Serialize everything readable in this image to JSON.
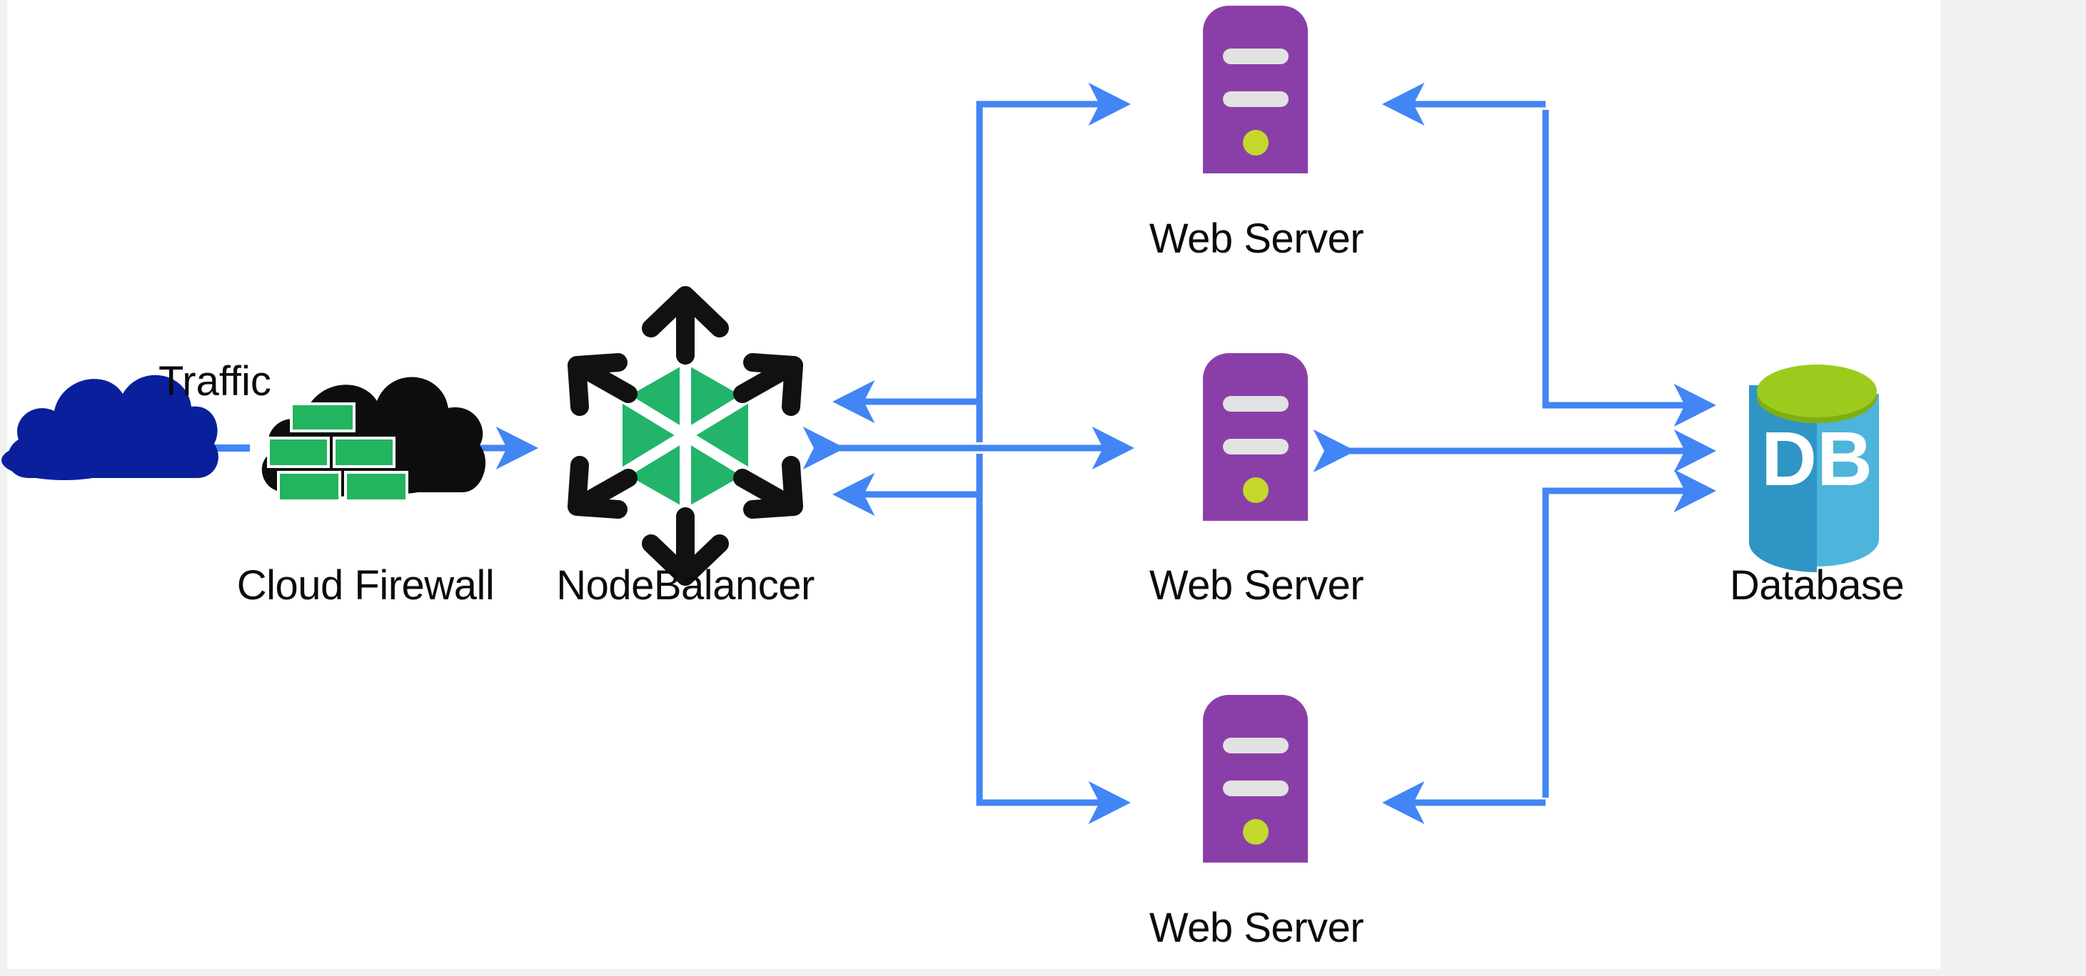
{
  "canvas": {
    "background_color": "#ffffff",
    "page_background_color": "#f1f1f1"
  },
  "palette": {
    "arrow_blue": "#4285f4",
    "traffic_cloud_blue": "#0a1f9c",
    "firewall_cloud_black": "#0d0d0d",
    "firewall_brick_green": "#22b45e",
    "nodebalancer_green": "#22b46a",
    "nodebalancer_black": "#111111",
    "server_purple": "#8a3fa8",
    "server_bar_gray": "#e2e2e2",
    "server_led_green": "#c4d82e",
    "database_blue_dark": "#2f95c4",
    "database_blue_light": "#4db4dc",
    "database_top_green": "#9ccb1e",
    "label_text": "#0b0b0b"
  },
  "edge_labels": [
    {
      "id": "traffic",
      "text": "Traffic"
    }
  ],
  "nodes": [
    {
      "id": "traffic-cloud",
      "icon": "cloud-icon",
      "label": "",
      "interactable": true
    },
    {
      "id": "cloud-firewall",
      "icon": "firewall-cloud-icon",
      "label": "Cloud Firewall",
      "interactable": true
    },
    {
      "id": "nodebalancer",
      "icon": "nodebalancer-hexagon-icon",
      "label": "NodeBalancer",
      "interactable": true
    },
    {
      "id": "web-server-top",
      "icon": "server-tower-icon",
      "label": "Web Server",
      "interactable": true
    },
    {
      "id": "web-server-middle",
      "icon": "server-tower-icon",
      "label": "Web Server",
      "interactable": true
    },
    {
      "id": "web-server-bottom",
      "icon": "server-tower-icon",
      "label": "Web Server",
      "interactable": true
    },
    {
      "id": "database",
      "icon": "database-cylinder-icon",
      "label": "Database",
      "badge": "DB",
      "interactable": true
    }
  ],
  "connections": [
    {
      "id": "traffic-to-firewall",
      "from": "traffic-cloud",
      "to": "cloud-firewall",
      "style": "dash",
      "arrowheads": "none"
    },
    {
      "id": "firewall-to-nodebalancer",
      "from": "cloud-firewall",
      "to": "nodebalancer",
      "style": "solid",
      "arrowheads": "end"
    },
    {
      "id": "nodebalancer-to-web-top",
      "from": "nodebalancer",
      "to": "web-server-top",
      "style": "elbow",
      "arrowheads": "both"
    },
    {
      "id": "nodebalancer-to-web-middle",
      "from": "nodebalancer",
      "to": "web-server-middle",
      "style": "straight",
      "arrowheads": "both"
    },
    {
      "id": "nodebalancer-to-web-bottom",
      "from": "nodebalancer",
      "to": "web-server-bottom",
      "style": "elbow",
      "arrowheads": "both"
    },
    {
      "id": "web-top-to-database",
      "from": "web-server-top",
      "to": "database",
      "style": "elbow",
      "arrowheads": "both"
    },
    {
      "id": "web-middle-to-database",
      "from": "web-server-middle",
      "to": "database",
      "style": "straight",
      "arrowheads": "both"
    },
    {
      "id": "web-bottom-to-database",
      "from": "web-server-bottom",
      "to": "database",
      "style": "elbow",
      "arrowheads": "both"
    }
  ],
  "labels": {
    "traffic": "Traffic",
    "cloud_firewall": "Cloud Firewall",
    "nodebalancer": "NodeBalancer",
    "web_server_top": "Web Server",
    "web_server_middle": "Web Server",
    "web_server_bottom": "Web Server",
    "database": "Database",
    "database_badge": "DB"
  }
}
